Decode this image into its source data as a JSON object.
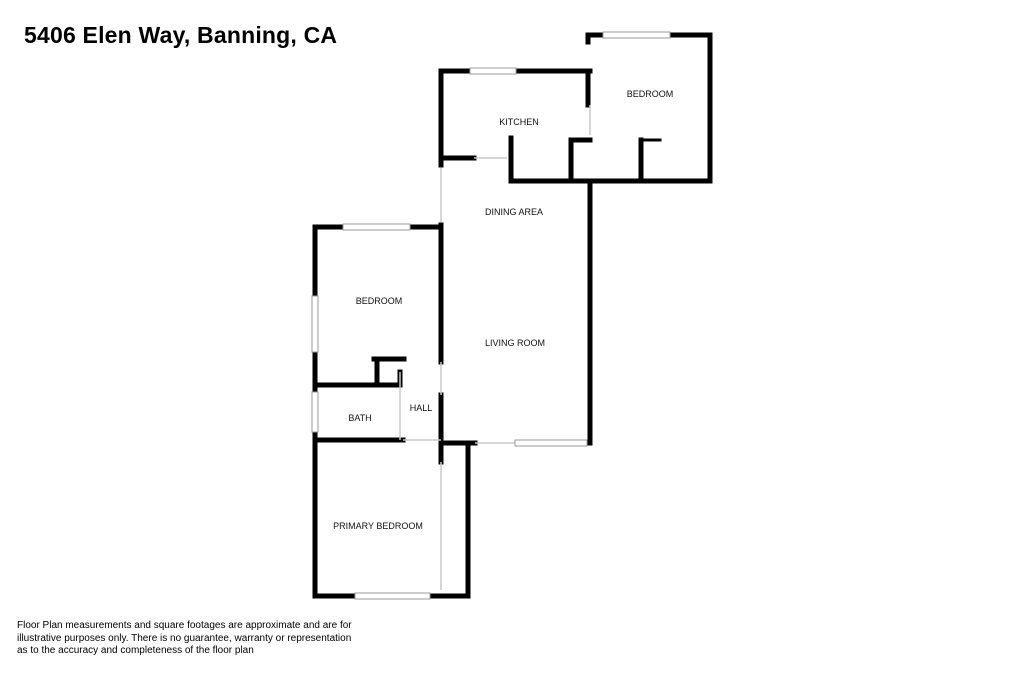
{
  "title": "5406 Elen Way, Banning, CA",
  "rooms": {
    "kitchen": "KITCHEN",
    "bedroom_upper": "BEDROOM",
    "dining_area": "DINING AREA",
    "living_room": "LIVING ROOM",
    "bedroom_left": "BEDROOM",
    "bath": "BATH",
    "hall": "HALL",
    "primary_bedroom": "PRIMARY BEDROOM"
  },
  "disclaimer": {
    "line1": "Floor Plan measurements and square footages are approximate and are for",
    "line2": "illustrative purposes only. There is no guarantee, warranty or representation",
    "line3": "as to the accuracy and completeness of the floor plan"
  },
  "colors": {
    "wall": "#000000",
    "window_frame": "#9a9a9a",
    "door_opening": "#c8c8c8",
    "background": "#ffffff"
  }
}
